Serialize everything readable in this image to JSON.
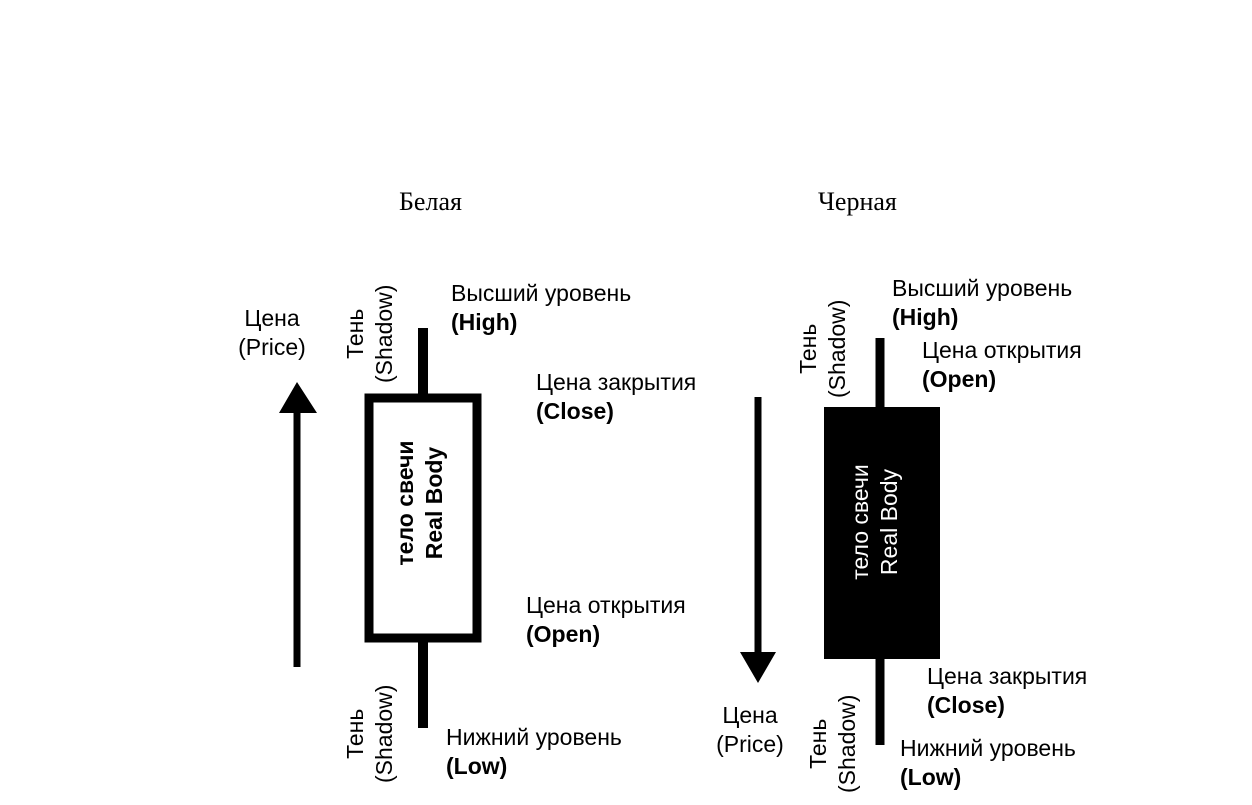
{
  "white_candle": {
    "title": "Белая",
    "price_label": "Цена",
    "price_label_en": "(Price)",
    "shadow_label": "Тень",
    "shadow_label_en": "(Shadow)",
    "high_label": "Высший уровень",
    "high_label_en": "(High)",
    "close_label": "Цена закрытия",
    "close_label_en": "(Close)",
    "open_label": "Цена открытия",
    "open_label_en": "(Open)",
    "low_label": "Нижний уровень",
    "low_label_en": "(Low)",
    "body_label": "тело свечи",
    "body_label_en": "Real Body"
  },
  "black_candle": {
    "title": "Черная",
    "price_label": "Цена",
    "price_label_en": "(Price)",
    "shadow_label": "Тень",
    "shadow_label_en": "(Shadow)",
    "high_label": "Высший уровень",
    "high_label_en": "(High)",
    "open_label": "Цена открытия",
    "open_label_en": "(Open)",
    "close_label": "Цена закрытия",
    "close_label_en": "(Close)",
    "low_label": "Нижний уровень",
    "low_label_en": "(Low)",
    "body_label": "тело свечи",
    "body_label_en": "Real Body"
  },
  "colors": {
    "ink": "#000000",
    "paper": "#ffffff"
  }
}
